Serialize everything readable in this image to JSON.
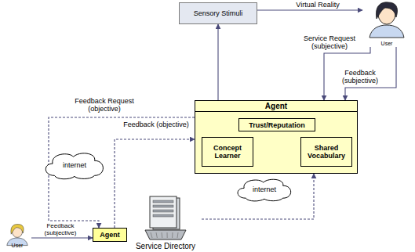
{
  "diagram": {
    "nodes": [
      {
        "text": [
          "Sensory Stimuli"
        ]
      },
      {
        "text": [
          "User"
        ]
      },
      {
        "text": [
          "Agent"
        ]
      },
      {
        "text": [
          "Trust/Reputation"
        ],
        "in": 2
      },
      {
        "text": [
          "Concept Learner"
        ],
        "in": 2
      },
      {
        "text": [
          "Shared Vocabulary"
        ],
        "in": 2
      },
      {
        "text": [
          "internet"
        ]
      },
      {
        "text": [
          "internet"
        ]
      },
      {
        "text": [
          "Agent"
        ]
      },
      {
        "text": [
          "Service Directory"
        ]
      },
      {
        "text": [
          "User"
        ]
      }
    ],
    "edges": [
      {
        "from": 2,
        "to": 0,
        "arrow": "to"
      },
      {
        "from": 0,
        "to": 1,
        "label": "Virtual Reality",
        "arrow": "to"
      },
      {
        "from": 1,
        "to": 2,
        "label": "Service Request (subjective)",
        "arrow": "to"
      },
      {
        "from": 1,
        "to": 2,
        "label": "Feedback (subjective)",
        "arrow": "to"
      },
      {
        "from": 2,
        "to": 8,
        "label": "Feedback Request (objective)",
        "arrow": "to"
      },
      {
        "from": 8,
        "to": 2,
        "label": "Feedback (objective)",
        "arrow": "to"
      },
      {
        "from": 9,
        "to": 2,
        "arrow": "to"
      },
      {
        "from": 10,
        "to": 8,
        "label": "Feedback (subjective)",
        "arrow": "to"
      }
    ]
  }
}
